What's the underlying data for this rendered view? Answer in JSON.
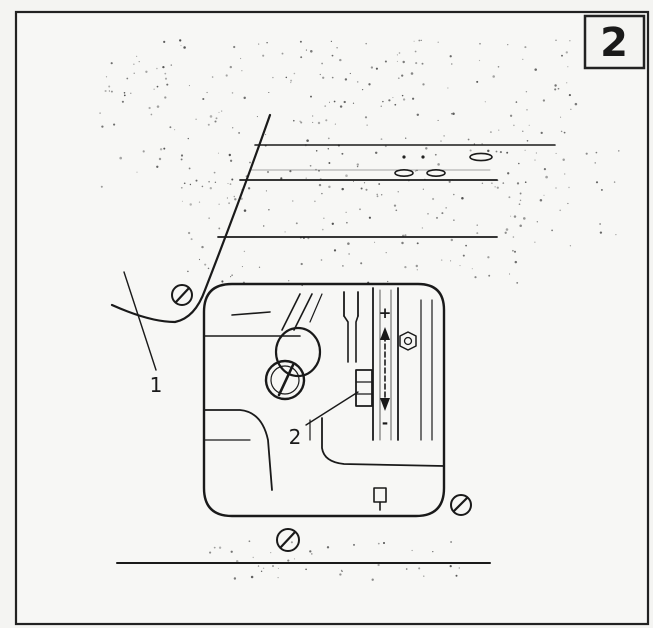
{
  "figure": {
    "figure_number": "2",
    "callouts": [
      {
        "id": "callout-1",
        "text": "1"
      },
      {
        "id": "callout-2",
        "text": "2"
      }
    ],
    "adjustment_arrow": {
      "plus_symbol": "+",
      "minus_symbol": "-"
    }
  }
}
